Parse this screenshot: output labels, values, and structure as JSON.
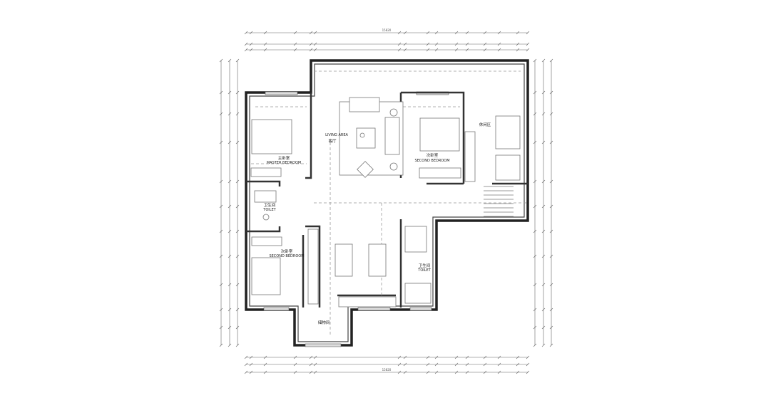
{
  "plan": {
    "rooms": {
      "living": {
        "en": "LIVING AREA",
        "cn": "客厅"
      },
      "master_bedroom": {
        "cn": "主卧室",
        "en": "MASTER BEDROOM"
      },
      "second_bedroom_right": {
        "cn": "次卧室",
        "en": "SECOND BEDROOM"
      },
      "second_bedroom_left": {
        "cn": "次卧室",
        "en": "SECOND BEDROOM"
      },
      "toilet_left": {
        "cn": "卫生间",
        "en": "TOILET"
      },
      "toilet_right": {
        "cn": "卫生间",
        "en": "TOILET"
      },
      "storage": {
        "cn": "储物间"
      },
      "leisure": {
        "cn": "休闲区"
      }
    },
    "dimensions": {
      "top_total": "15820",
      "bottom_total": "15820"
    },
    "colors": {
      "wall": "#222222",
      "furniture": "#777777",
      "dimension": "#666666"
    }
  }
}
